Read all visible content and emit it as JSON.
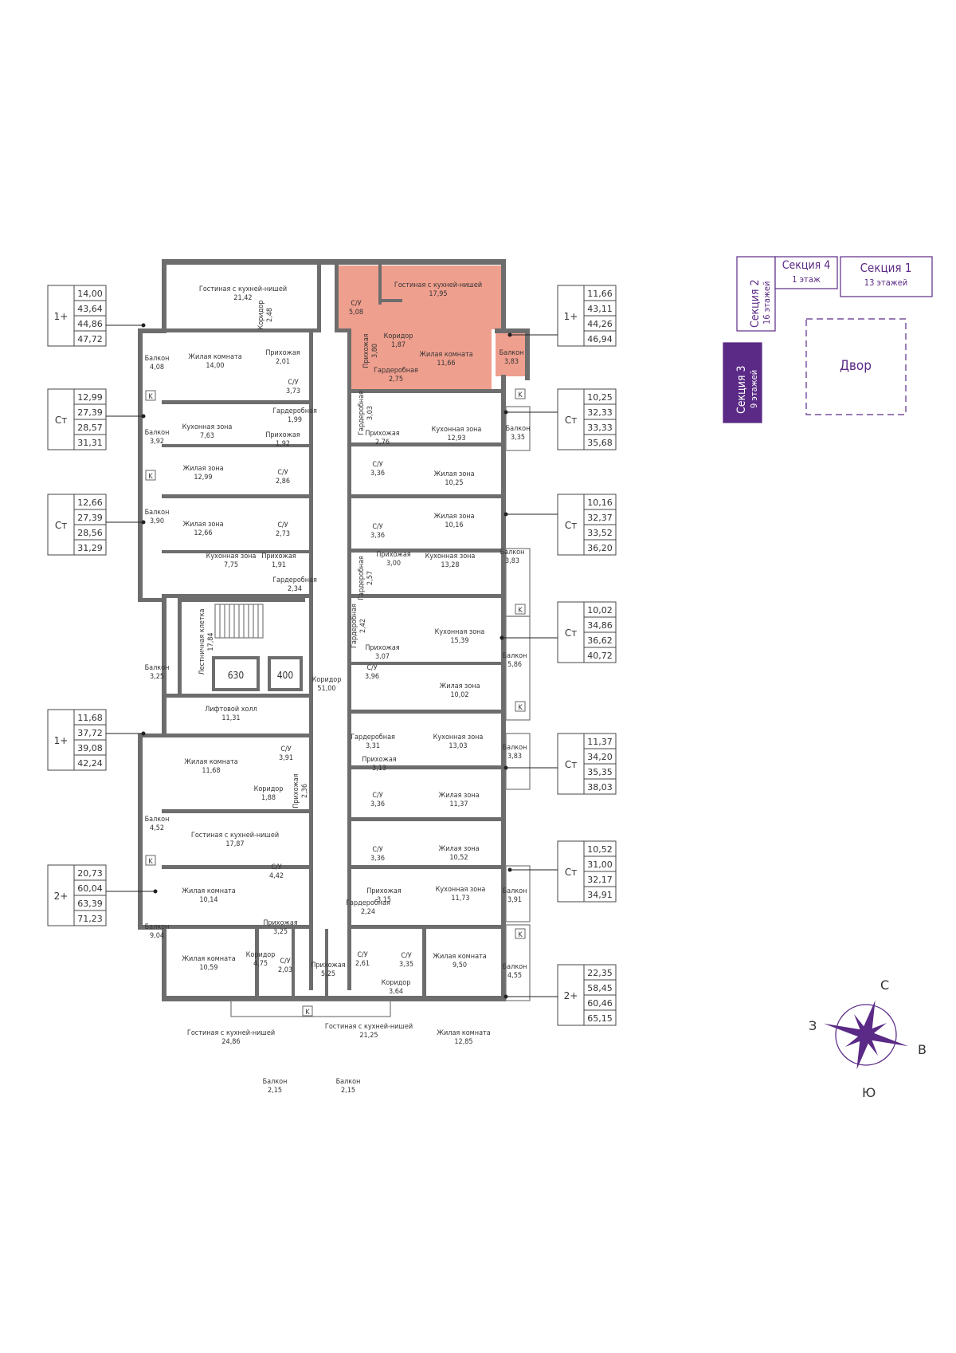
{
  "colors": {
    "wall": "#6d6d6d",
    "highlight": "#ef9f8e",
    "accent": "#5b2a86",
    "key_fill": "#5b2a86"
  },
  "rooms": [
    {
      "id": "r1",
      "name": "Гостиная с кухней-нишей",
      "area": "21,42"
    },
    {
      "id": "r2",
      "name": "Гостиная с кухней-нишей",
      "area": "17,95"
    },
    {
      "id": "r3",
      "name": "С/У",
      "area": "5,08"
    },
    {
      "id": "r4",
      "name": "Коридор",
      "area": "1,87"
    },
    {
      "id": "r5",
      "name": "Прихожая",
      "area": "3,80"
    },
    {
      "id": "r6",
      "name": "Жилая комната",
      "area": "11,66"
    },
    {
      "id": "r7",
      "name": "Гардеробная",
      "area": "2,75"
    },
    {
      "id": "r8",
      "name": "Балкон",
      "area": "3,83"
    },
    {
      "id": "r9",
      "name": "Коридор",
      "area": "2,48"
    },
    {
      "id": "r10",
      "name": "Балкон",
      "area": "4,08"
    },
    {
      "id": "r11",
      "name": "Жилая комната",
      "area": "14,00"
    },
    {
      "id": "r12",
      "name": "Прихожая",
      "area": "2,01"
    },
    {
      "id": "r13",
      "name": "С/У",
      "area": "3,73"
    },
    {
      "id": "r14",
      "name": "Гардеробная",
      "area": "1,99"
    },
    {
      "id": "r15",
      "name": "Гардеробная",
      "area": "3,03"
    },
    {
      "id": "r16",
      "name": "Прихожая",
      "area": "2,76"
    },
    {
      "id": "r17",
      "name": "Кухонная зона",
      "area": "12,93"
    },
    {
      "id": "r18",
      "name": "Балкон",
      "area": "3,35"
    },
    {
      "id": "r19",
      "name": "Балкон",
      "area": "3,92"
    },
    {
      "id": "r20",
      "name": "Кухонная зона",
      "area": "7,63"
    },
    {
      "id": "r21",
      "name": "Прихожая",
      "area": "1,92"
    },
    {
      "id": "r22",
      "name": "Жилая зона",
      "area": "12,99"
    },
    {
      "id": "r23",
      "name": "С/У",
      "area": "2,86"
    },
    {
      "id": "r24",
      "name": "С/У",
      "area": "3,36"
    },
    {
      "id": "r25",
      "name": "Жилая зона",
      "area": "10,25"
    },
    {
      "id": "r26",
      "name": "Балкон",
      "area": "3,90"
    },
    {
      "id": "r27",
      "name": "Жилая зона",
      "area": "12,66"
    },
    {
      "id": "r28",
      "name": "С/У",
      "area": "2,73"
    },
    {
      "id": "r29",
      "name": "С/У",
      "area": "3,36"
    },
    {
      "id": "r30",
      "name": "Жилая зона",
      "area": "10,16"
    },
    {
      "id": "r31",
      "name": "Кухонная зона",
      "area": "7,75"
    },
    {
      "id": "r32",
      "name": "Прихожая",
      "area": "1,91"
    },
    {
      "id": "r33",
      "name": "Гардеробная",
      "area": "2,34"
    },
    {
      "id": "r34",
      "name": "Гардеробная",
      "area": "2,57"
    },
    {
      "id": "r35",
      "name": "Прихожая",
      "area": "3,00"
    },
    {
      "id": "r36",
      "name": "Кухонная зона",
      "area": "13,28"
    },
    {
      "id": "r37",
      "name": "Балкон",
      "area": "3,83"
    },
    {
      "id": "r38",
      "name": "Лестничная клетка",
      "area": "17,84"
    },
    {
      "id": "r39",
      "name": "Гардеробная",
      "area": "2,42"
    },
    {
      "id": "r40",
      "name": "Кухонная зона",
      "area": "15,39"
    },
    {
      "id": "r41",
      "name": "Прихожая",
      "area": "3,07"
    },
    {
      "id": "r42",
      "name": "Балкон",
      "area": "3,25"
    },
    {
      "id": "r43",
      "name": "Коридор",
      "area": "51,00"
    },
    {
      "id": "r44",
      "name": "С/У",
      "area": "3,96"
    },
    {
      "id": "r45",
      "name": "Жилая зона",
      "area": "10,02"
    },
    {
      "id": "r46",
      "name": "Балкон",
      "area": "5,86"
    },
    {
      "id": "r47",
      "name": "Лифтовой холл",
      "area": "11,31"
    },
    {
      "id": "r48",
      "name": "Гардеробная",
      "area": "3,31"
    },
    {
      "id": "r49",
      "name": "Кухонная зона",
      "area": "13,03"
    },
    {
      "id": "r50",
      "name": "Балкон",
      "area": "3,83"
    },
    {
      "id": "r51",
      "name": "Жилая комната",
      "area": "11,68"
    },
    {
      "id": "r52",
      "name": "С/У",
      "area": "3,91"
    },
    {
      "id": "r53",
      "name": "Прихожая",
      "area": "3,13"
    },
    {
      "id": "r54",
      "name": "Коридор",
      "area": "1,88"
    },
    {
      "id": "r55",
      "name": "Прихожая",
      "area": "2,36"
    },
    {
      "id": "r56",
      "name": "С/У",
      "area": "3,36"
    },
    {
      "id": "r57",
      "name": "Жилая зона",
      "area": "11,37"
    },
    {
      "id": "r58",
      "name": "Балкон",
      "area": "4,52"
    },
    {
      "id": "r59",
      "name": "Гостиная с кухней-нишей",
      "area": "17,87"
    },
    {
      "id": "r60",
      "name": "С/У",
      "area": "3,36"
    },
    {
      "id": "r61",
      "name": "Жилая зона",
      "area": "10,52"
    },
    {
      "id": "r62",
      "name": "С/У",
      "area": "4,42"
    },
    {
      "id": "r63",
      "name": "Жилая комната",
      "area": "10,14"
    },
    {
      "id": "r64",
      "name": "Прихожая",
      "area": "3,15"
    },
    {
      "id": "r65",
      "name": "Кухонная зона",
      "area": "11,73"
    },
    {
      "id": "r66",
      "name": "Балкон",
      "area": "3,91"
    },
    {
      "id": "r67",
      "name": "Гардеробная",
      "area": "2,24"
    },
    {
      "id": "r68",
      "name": "Балкон",
      "area": "9,04"
    },
    {
      "id": "r69",
      "name": "Прихожая",
      "area": "3,25"
    },
    {
      "id": "r70",
      "name": "Жилая комната",
      "area": "10,59"
    },
    {
      "id": "r71",
      "name": "Коридор",
      "area": "4,75"
    },
    {
      "id": "r72",
      "name": "С/У",
      "area": "2,03"
    },
    {
      "id": "r73",
      "name": "Прихожая",
      "area": "5,25"
    },
    {
      "id": "r74",
      "name": "С/У",
      "area": "2,61"
    },
    {
      "id": "r75",
      "name": "С/У",
      "area": "3,35"
    },
    {
      "id": "r76",
      "name": "Коридор",
      "area": "3,64"
    },
    {
      "id": "r77",
      "name": "Жилая комната",
      "area": "9,50"
    },
    {
      "id": "r78",
      "name": "Балкон",
      "area": "4,55"
    },
    {
      "id": "r79",
      "name": "Гостиная с кухней-нишей",
      "area": "24,86"
    },
    {
      "id": "r80",
      "name": "Гостиная с кухней-нишей",
      "area": "21,25"
    },
    {
      "id": "r81",
      "name": "Жилая комната",
      "area": "12,85"
    },
    {
      "id": "r82",
      "name": "Балкон",
      "area": "2,15"
    },
    {
      "id": "r83",
      "name": "Балкон",
      "area": "2,15"
    }
  ],
  "elevators": [
    "630",
    "400"
  ],
  "apartment_tables": [
    {
      "id": "t1",
      "type": "1+",
      "values": [
        "14,00",
        "43,64",
        "44,86",
        "47,72"
      ]
    },
    {
      "id": "t2",
      "type": "Ст",
      "values": [
        "12,99",
        "27,39",
        "28,57",
        "31,31"
      ]
    },
    {
      "id": "t3",
      "type": "Ст",
      "values": [
        "12,66",
        "27,39",
        "28,56",
        "31,29"
      ]
    },
    {
      "id": "t4",
      "type": "1+",
      "values": [
        "11,68",
        "37,72",
        "39,08",
        "42,24"
      ]
    },
    {
      "id": "t5",
      "type": "2+",
      "values": [
        "20,73",
        "60,04",
        "63,39",
        "71,23"
      ]
    },
    {
      "id": "t6",
      "type": "1+",
      "values": [
        "11,66",
        "43,11",
        "44,26",
        "46,94"
      ]
    },
    {
      "id": "t7",
      "type": "Ст",
      "values": [
        "10,25",
        "32,33",
        "33,33",
        "35,68"
      ]
    },
    {
      "id": "t8",
      "type": "Ст",
      "values": [
        "10,16",
        "32,37",
        "33,52",
        "36,20"
      ]
    },
    {
      "id": "t9",
      "type": "Ст",
      "values": [
        "10,02",
        "34,86",
        "36,62",
        "40,72"
      ]
    },
    {
      "id": "t10",
      "type": "Ст",
      "values": [
        "11,37",
        "34,20",
        "35,35",
        "38,03"
      ]
    },
    {
      "id": "t11",
      "type": "Ст",
      "values": [
        "10,52",
        "31,00",
        "32,17",
        "34,91"
      ]
    },
    {
      "id": "t12",
      "type": "2+",
      "values": [
        "22,35",
        "58,45",
        "60,46",
        "65,15"
      ]
    }
  ],
  "key_plan": {
    "sections": [
      {
        "id": "s3",
        "title": "Секция 3",
        "floors": "9 этажей",
        "active": true
      },
      {
        "id": "s2",
        "title": "Секция 2",
        "floors": "16 этажей",
        "active": false
      },
      {
        "id": "s4",
        "title": "Секция 4",
        "floors": "1 этаж",
        "active": false
      },
      {
        "id": "s1",
        "title": "Секция 1",
        "floors": "13 этажей",
        "active": false
      }
    ],
    "yard": "Двор"
  },
  "compass": {
    "n": "С",
    "s": "Ю",
    "e": "В",
    "w": "З"
  }
}
